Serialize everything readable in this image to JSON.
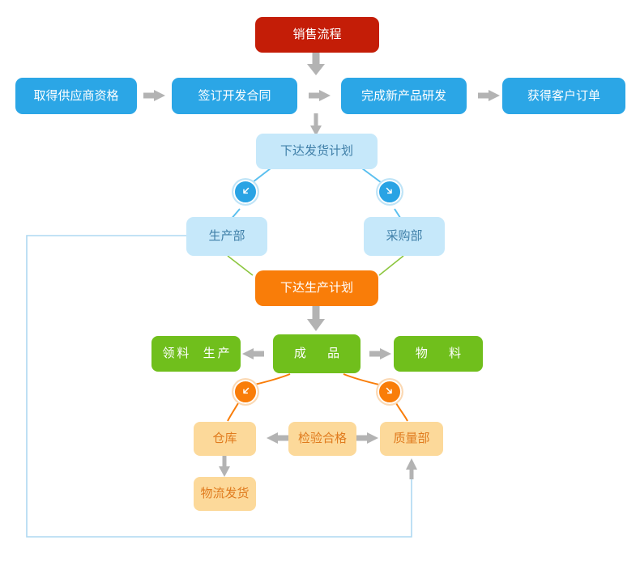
{
  "diagram": {
    "title_node": {
      "label": "销售流程",
      "color": "#c41d07"
    },
    "palette": {
      "blue": "#2ba6e6",
      "light_blue": "#c6e8fa",
      "orange": "#f97d09",
      "green": "#70bf1c",
      "peach": "#fcd99a",
      "peach_text": "#e07b1e",
      "light_blue_text": "#3f7fa8",
      "arrow_gray": "#b0b0b0",
      "loop_line": "#aed9f2",
      "green_line": "#8cc63f",
      "orange_line": "#f97d09"
    },
    "row_supply": [
      {
        "label": "取得供应商资格"
      },
      {
        "label": "签订开发合同"
      },
      {
        "label": "完成新产品研发"
      },
      {
        "label": "获得客户订单"
      }
    ],
    "shipping_plan": {
      "label": "下达发货计划"
    },
    "departments": [
      {
        "label": "生产部"
      },
      {
        "label": "采购部"
      }
    ],
    "production_plan": {
      "label": "下达生产计划"
    },
    "row_green": [
      {
        "label": "领料  生产"
      },
      {
        "label": "成  品"
      },
      {
        "label": "物  料"
      }
    ],
    "row_quality": [
      {
        "label": "仓库"
      },
      {
        "label": "检验合格"
      },
      {
        "label": "质量部"
      }
    ],
    "shipment": {
      "label": "物流发货"
    },
    "junctions": [
      {
        "name": "junction-shipping-to-production-dept",
        "glyph": "arrow-down-left"
      },
      {
        "name": "junction-shipping-to-purchase-dept",
        "glyph": "arrow-down-right"
      },
      {
        "name": "junction-product-to-warehouse",
        "glyph": "arrow-down-left"
      },
      {
        "name": "junction-product-to-quality",
        "glyph": "arrow-down-right"
      }
    ]
  }
}
